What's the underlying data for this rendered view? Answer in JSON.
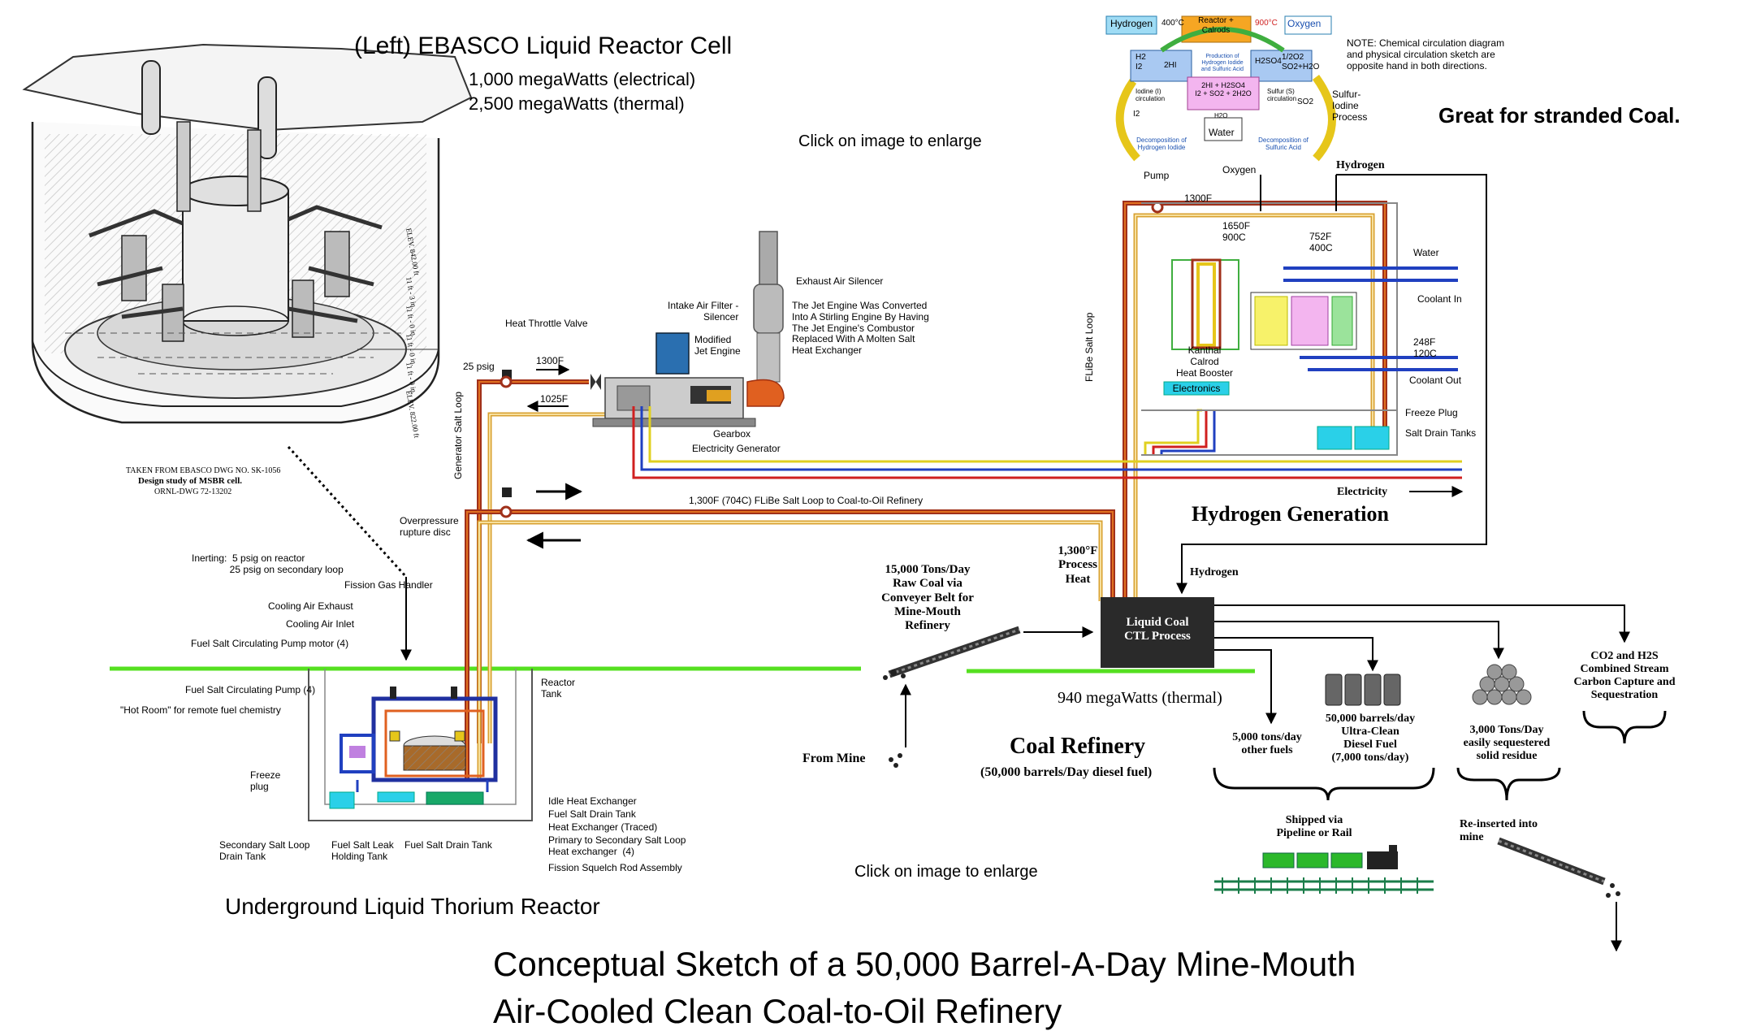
{
  "reactor_cell": {
    "title": "(Left) EBASCO Liquid Reactor Cell",
    "electrical": "1,000 megaWatts (electrical)",
    "thermal": "2,500 megaWatts (thermal)",
    "drawing_caption_1": "TAKEN FROM EBASCO DWG NO. SK-1056",
    "drawing_caption_2": "Design study of MSBR cell.",
    "drawing_caption_3": "ORNL-DWG 72-13202",
    "elevations": [
      "ELEV. 842.00 ft",
      "11 ft - 3 in.",
      "11 ft - 0 in.",
      "11 ft - 0 in.",
      "11 ft - 0 in.",
      "ELEV. 822.00 ft"
    ]
  },
  "links": {
    "enlarge_top": "Click on image to enlarge",
    "enlarge_bottom": "Click on image to enlarge"
  },
  "headline": {
    "stranded_coal": "Great for stranded Coal.",
    "title_line_1": "Conceptual Sketch of a 50,000 Barrel-A-Day Mine-Mouth",
    "title_line_2": "Air-Cooled Clean Coal-to-Oil Refinery"
  },
  "si_cycle": {
    "hydrogen": "Hydrogen",
    "temp_400": "400°C",
    "reactor_calrods": "Reactor +\nCalrods",
    "temp_900": "900°C",
    "oxygen": "Oxygen",
    "h2_i2": "H2\nI2",
    "two_hi": "2HI",
    "production": "Production of\nHydrogen Iodide\nand Sulfuric Acid",
    "h2so4": "H2SO4",
    "half_o2": "1/2O2\nSO2+H2O",
    "iodine_circ": "Iodine (I)\ncirculation",
    "equation": "2HI + H2SO4\nI2 + SO2 + 2H2O",
    "sulfur_circ": "Sulfur (S)\ncirculation",
    "so2": "SO2",
    "i2": "I2",
    "h2o": "H2O",
    "water": "Water",
    "decomp_hi": "Decomposition of\nHydrogen Iodide",
    "decomp_h2so4": "Decomposition of\nSulfuric Acid",
    "process": "Sulfur-\nIodine\nProcess",
    "note": "NOTE: Chemical circulation diagram\nand physical circulation sketch are\nopposite hand in both directions."
  },
  "jet_engine": {
    "heat_throttle": "Heat Throttle Valve",
    "intake_filter": "Intake Air Filter -\nSilencer",
    "modified_jet": "Modified\nJet Engine",
    "exhaust_silencer": "Exhaust Air Silencer",
    "converted_note": "The Jet Engine Was Converted\nInto A Stirling Engine By Having\nThe Jet Engine's Combustor\nReplaced With A Molten Salt\nHeat Exchanger",
    "gearbox": "Gearbox",
    "electricity_generator": "Electricity Generator",
    "psig_25": "25 psig",
    "temp_1300": "1300F",
    "temp_1025": "1025F"
  },
  "hydrogen_plant": {
    "pump": "Pump",
    "oxygen": "Oxygen",
    "hydrogen": "Hydrogen",
    "temp_1300": "1300F",
    "temp_1650": "1650F\n900C",
    "temp_752": "752F\n400C",
    "water": "Water",
    "coolant_in": "Coolant In",
    "temp_248": "248F\n120C",
    "coolant_out": "Coolant Out",
    "booster": "Kanthal\nCalrod\nHeat Booster",
    "electronics": "Electronics",
    "freeze_plug": "Freeze Plug",
    "salt_drain": "Salt Drain Tanks",
    "flibe_loop": "FLiBe Salt Loop",
    "electricity": "Electricity",
    "hydrogen_generation": "Hydrogen Generation"
  },
  "salt_loop": {
    "generator_loop": "Generator Salt Loop",
    "refinery_loop": "1,300F (704C) FLiBe Salt Loop to Coal-to-Oil Refinery",
    "overpressure": "Overpressure\nrupture disc"
  },
  "refinery": {
    "process_heat": "1,300°F\nProcess\nHeat",
    "hydrogen": "Hydrogen",
    "ctl_process": "Liquid Coal\nCTL Process",
    "raw_coal": "15,000 Tons/Day\nRaw Coal via\nConveyer Belt for\nMine-Mouth\nRefinery",
    "from_mine": "From Mine",
    "thermal_940": "940 megaWatts (thermal)",
    "coal_refinery": "Coal Refinery",
    "barrels_note": "(50,000 barrels/Day diesel fuel)",
    "other_fuels": "5,000 tons/day\nother fuels",
    "diesel": "50,000 barrels/day\nUltra-Clean\nDiesel Fuel\n(7,000 tons/day)",
    "residue": "3,000 Tons/Day\neasily sequestered\nsolid residue",
    "co2": "CO2 and H2S\nCombined Stream\nCarbon Capture and\nSequestration",
    "shipped": "Shipped via\nPipeline or Rail",
    "reinserted": "Re-inserted into\nmine"
  },
  "underground_reactor": {
    "inerting": "Inerting:  5 psig on reactor\n              25 psig on secondary loop",
    "fission_gas": "Fission Gas Handler",
    "cooling_exhaust": "Cooling Air Exhaust",
    "cooling_inlet": "Cooling Air Inlet",
    "pump_motor": "Fuel Salt Circulating Pump motor (4)",
    "circ_pump": "Fuel Salt Circulating Pump (4)",
    "hot_room": "\"Hot Room\" for remote fuel chemistry",
    "freeze_plug": "Freeze\nplug",
    "reactor_tank": "Reactor\nTank",
    "idle_hx": "Idle Heat Exchanger",
    "fuel_drain_tank_r": "Fuel Salt Drain Tank",
    "hx_traced": "Heat Exchanger  (Traced)",
    "primary_secondary": "Primary to Secondary Salt Loop\nHeat exchanger  (4)",
    "squelch": "Fission Squelch Rod Assembly",
    "secondary_drain": "Secondary Salt Loop\nDrain Tank",
    "leak_tank": "Fuel Salt Leak\nHolding Tank",
    "fuel_drain_tank_b": "Fuel Salt Drain Tank",
    "title": "Underground Liquid Thorium Reactor"
  },
  "colors": {
    "hot_salt": "#a0301a",
    "salt_inner": "#e07020",
    "cool_salt": "#d8a030",
    "electric_red": "#d02020",
    "electric_blue": "#2040c0",
    "electric_yellow": "#e0d020",
    "ground": "#55e020",
    "ctl_box": "#2a2a2a",
    "cyan": "#30c8e8",
    "magenta": "#e070e0"
  }
}
